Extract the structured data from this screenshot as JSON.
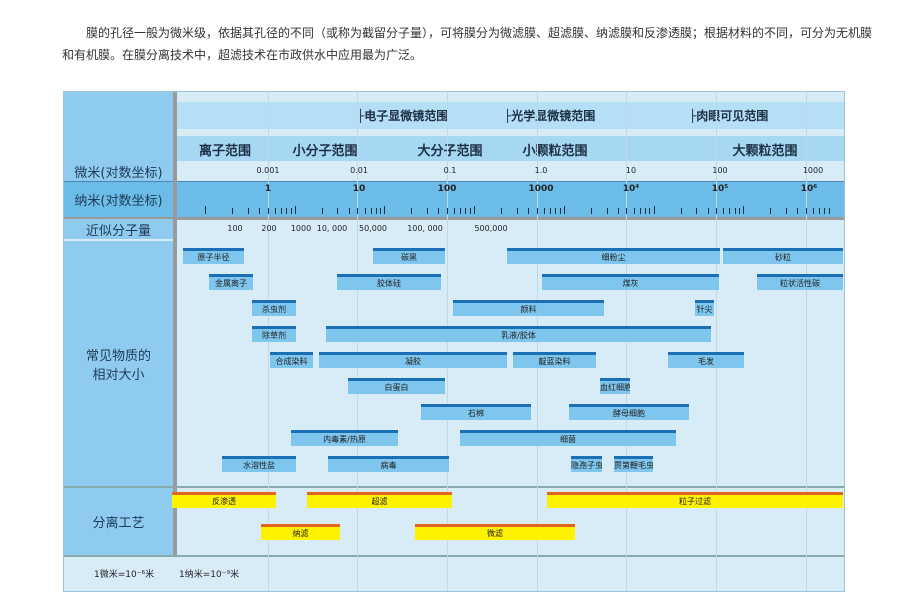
{
  "intro": "膜的孔径一般为微米级，依据其孔径的不同（或称为截留分子量），可将膜分为微滤膜、超滤膜、纳滤膜和反渗透膜；根据材料的不同，可分为无机膜和有机膜。在膜分离技术中，超滤技术在市政供水中应用最为广泛。",
  "rows": {
    "micron": "微米(对数坐标)",
    "nano": "纳米(对数坐标)",
    "mw": "近似分子量",
    "common": "常见物质的相对大小",
    "sep": "分离工艺"
  },
  "microscope": [
    "├电子显微镜范围",
    "├光学显微镜范围",
    "├肉眼可见范围"
  ],
  "ranges": [
    "离子范围",
    "小分子范围",
    "大分子范围",
    "小颗粒范围",
    "大颗粒范围"
  ],
  "micron_ticks": [
    "0.001",
    "0.01",
    "0.1",
    "1.0",
    "10",
    "100",
    "1000"
  ],
  "nano_ticks": [
    "1",
    "10",
    "100",
    "1000",
    "10⁴",
    "10⁵",
    "10⁶"
  ],
  "mw_ticks": [
    "100",
    "200",
    "1000",
    "10, 000",
    "50,000",
    "100, 000",
    "500,000"
  ],
  "substances": [
    "原子半径",
    "碳黑",
    "细粉尘",
    "砂粒",
    "金属离子",
    "胶体硅",
    "煤灰",
    "粒状活性碳",
    "杀虫剂",
    "颜料",
    "针尖",
    "除草剂",
    "乳液/胶体",
    "合成染料",
    "凝胶",
    "靛蓝染料",
    "毛发",
    "白蛋白",
    "血红细胞",
    "石棉",
    "酵母细胞",
    "内毒素/热原",
    "细菌",
    "水溶性盐",
    "病毒",
    "隐孢子虫",
    "贾第鞭毛虫"
  ],
  "processes": [
    "反渗透",
    "超滤",
    "粒子过滤",
    "纳滤",
    "微滤"
  ],
  "footer": [
    "1微米=10⁻⁶米",
    "1纳米=10⁻⁹米"
  ],
  "colors": {
    "bar": "#7ec6ee",
    "bar_top": "#1b6fb5",
    "proc": "#fff200",
    "proc_top": "#e0651f"
  }
}
